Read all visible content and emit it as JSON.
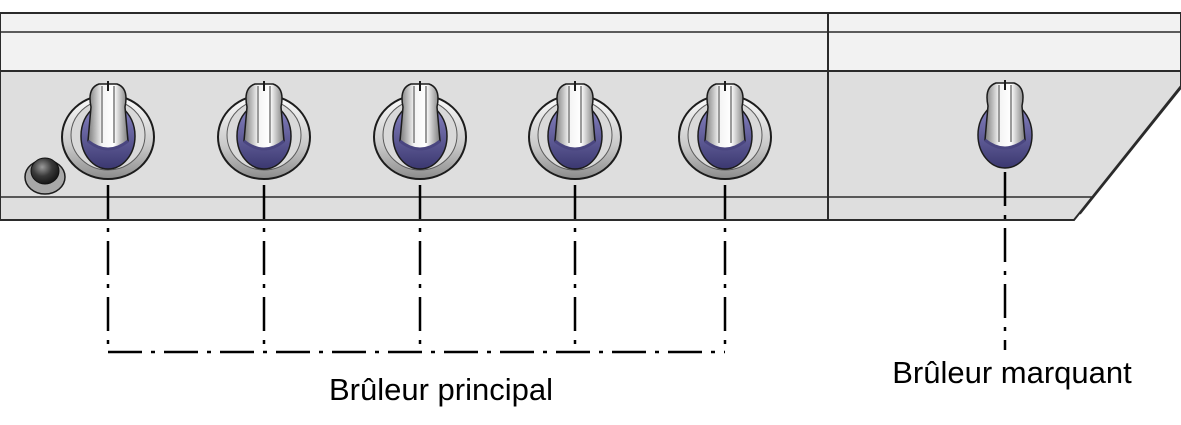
{
  "labels": {
    "main_burner": "Brûleur principal",
    "sear_burner": "Brûleur marquant"
  },
  "colors": {
    "panel_top": "#f2f2f2",
    "panel_front": "#dedede",
    "outline": "#2b2b2b",
    "knob_accent": "#5a5590",
    "leader_line": "#000000"
  },
  "components": {
    "main_knobs": 5,
    "sear_knobs": 1,
    "ignition_buttons": 1
  }
}
